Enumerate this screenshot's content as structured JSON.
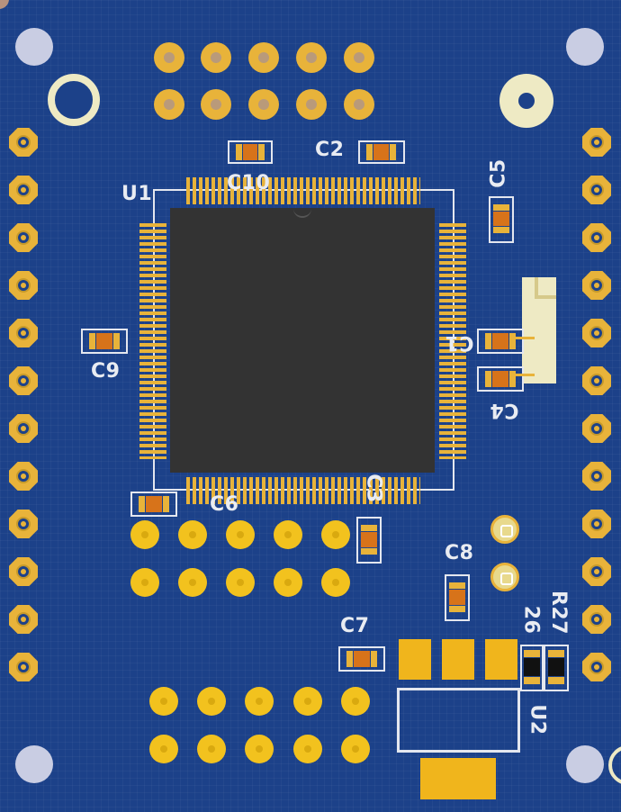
{
  "board": {
    "background_color": "#1c4189",
    "silkscreen_color": "#e9ecf2",
    "copper_color": "#e8b33a"
  },
  "labels": {
    "u1": "U1",
    "u2": "U2",
    "c1": "C1",
    "c2": "C2",
    "c3": "C3",
    "c4": "C4",
    "c5": "C5",
    "c6": "C6",
    "c7": "C7",
    "c8": "C8",
    "c9": "C9",
    "c10": "C10",
    "r6": "26",
    "r7": "R27"
  },
  "components": {
    "main_ic": "qfp-100-chip",
    "regulator": "sot-223-regulator",
    "header_top_pins": 10,
    "header_left_pins": 12,
    "header_right_pins": 12,
    "header_mid_pins": 10,
    "header_bottom_pins": 10
  }
}
